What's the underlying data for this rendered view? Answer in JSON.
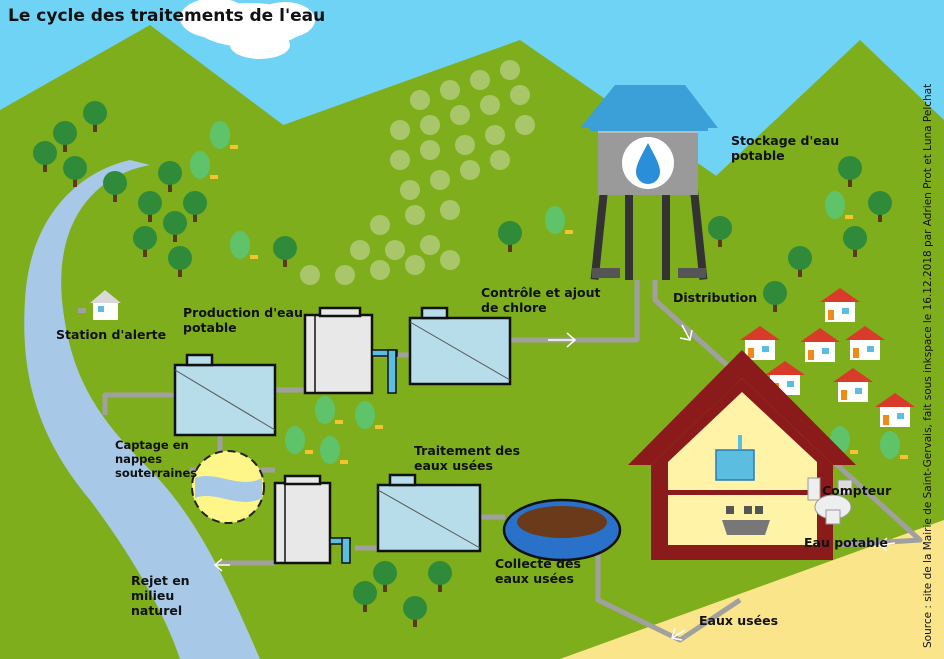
{
  "title": "Le cycle des traitements de l'eau",
  "credit": "Source : site de la Mairie de Saint-Gervais, fait sous inkspace le 16.12.2018 par Adrien Prot et Luna Pelchat",
  "labels": {
    "stockage_line1": "Stockage d'eau",
    "stockage_line2": "potable",
    "controle_line1": "Contrôle et ajout",
    "controle_line2": "de chlore",
    "distribution": "Distribution",
    "production_line1": "Production d'eau",
    "production_line2": "potable",
    "station_alerte": "Station d'alerte",
    "captage_line1": "Captage en",
    "captage_line2": "nappes",
    "captage_line3": "souterraines",
    "traitement_line1": "Traitement des",
    "traitement_line2": "eaux usées",
    "compteur": "Compteur",
    "collecte_line1": "Collecte des",
    "collecte_line2": "eaux usées",
    "eau_potable": "Eau potable",
    "rejet_line1": "Rejet en",
    "rejet_line2": "milieu",
    "rejet_line3": "naturel",
    "eaux_usees": "Eaux usées"
  },
  "colors": {
    "sky": "#6fd3f5",
    "grass": "#7fae1c",
    "river": "#a8c8e8",
    "pipe": "#a0a0a0",
    "tank": "#b7dcea",
    "house_roof": "#8b1a1a",
    "house_wall": "#fff3a8",
    "sand": "#fbe58a",
    "tower_roof": "#3b9fd8"
  }
}
